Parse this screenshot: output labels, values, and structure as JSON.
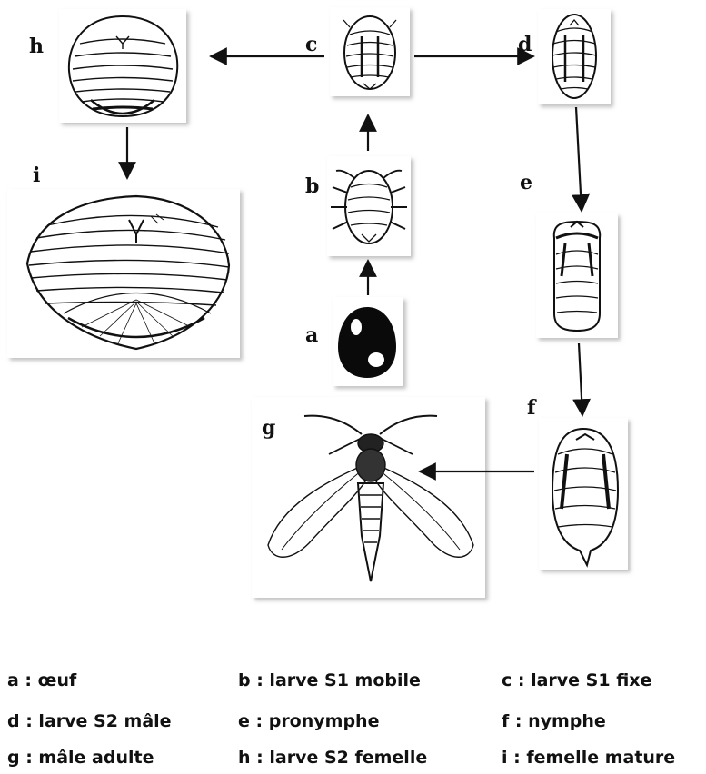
{
  "stage_letters": {
    "a": "a",
    "b": "b",
    "c": "c",
    "d": "d",
    "e": "e",
    "f": "f",
    "g": "g",
    "h": "h",
    "i": "i"
  },
  "legend": [
    {
      "text": "a : œuf"
    },
    {
      "text": "b : larve S1 mobile"
    },
    {
      "text": "c : larve S1 fixe"
    },
    {
      "text": "d : larve S2 mâle"
    },
    {
      "text": "e : pronymphe"
    },
    {
      "text": "f : nymphe"
    },
    {
      "text": "g : mâle adulte"
    },
    {
      "text": "h : larve S2  femelle"
    },
    {
      "text": "i : femelle mature"
    }
  ],
  "colors": {
    "ink": "#111111",
    "frame_shadow": "#c8c8c8",
    "background": "#ffffff"
  }
}
